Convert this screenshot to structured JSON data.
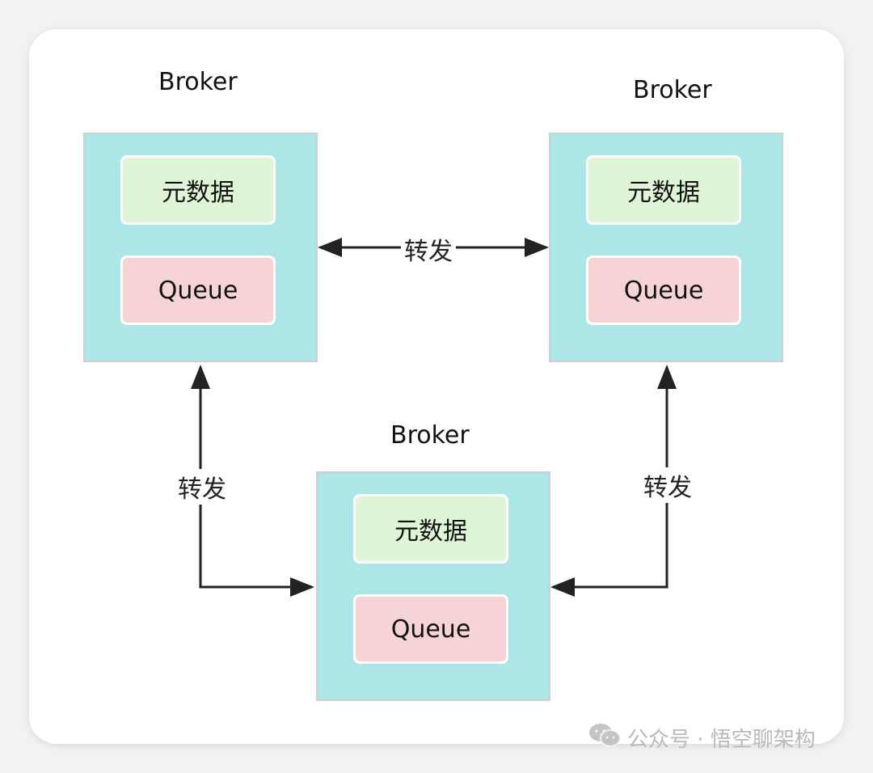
{
  "brokers": [
    {
      "title": "Broker",
      "metadata_label": "元数据",
      "queue_label": "Queue"
    },
    {
      "title": "Broker",
      "metadata_label": "元数据",
      "queue_label": "Queue"
    },
    {
      "title": "Broker",
      "metadata_label": "元数据",
      "queue_label": "Queue"
    }
  ],
  "edges": [
    {
      "from": "top-left-broker",
      "to": "top-right-broker",
      "label": "转发",
      "direction": "bidirectional"
    },
    {
      "from": "top-left-broker",
      "to": "bottom-broker",
      "label": "转发",
      "direction": "bidirectional"
    },
    {
      "from": "top-right-broker",
      "to": "bottom-broker",
      "label": "转发",
      "direction": "bidirectional"
    }
  ],
  "watermark": {
    "text": "公众号 · 悟空聊架构",
    "icon": "wechat-icon"
  },
  "colors": {
    "broker_fill": "#ade6e6",
    "metadata_fill": "#dff5d5",
    "queue_fill": "#f6d4d5",
    "arrow": "#222222"
  }
}
